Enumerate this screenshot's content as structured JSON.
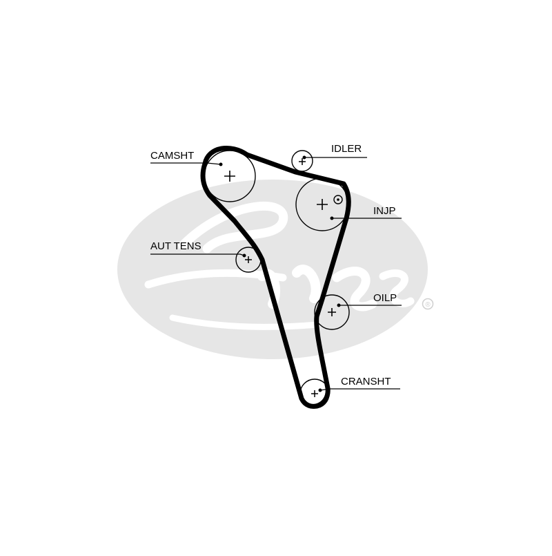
{
  "logo": {
    "wordmark": "Gates",
    "registered_mark": "®",
    "color": "#e6e6e6"
  },
  "colors": {
    "belt": "#000000",
    "ink": "#000000",
    "background": "#ffffff"
  },
  "pulleys": {
    "camsht": {
      "label": "CAMSHT"
    },
    "idler": {
      "label": "IDLER"
    },
    "injp": {
      "label": "INJP"
    },
    "aut_tens": {
      "label": "AUT TENS"
    },
    "oilp": {
      "label": "OILP"
    },
    "cransht": {
      "label": "CRANSHT"
    }
  }
}
